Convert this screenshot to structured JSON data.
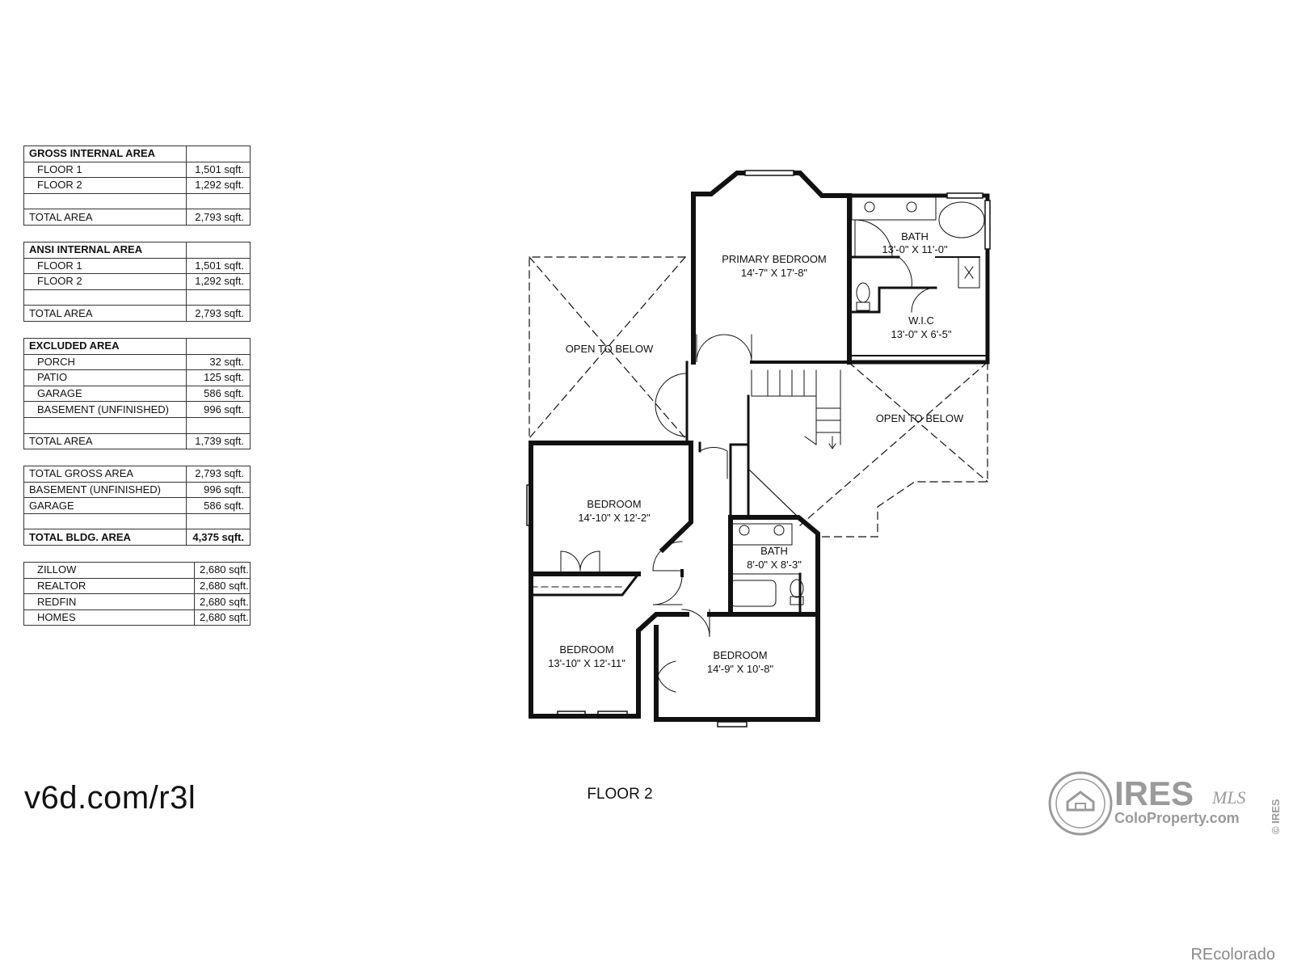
{
  "tables": [
    {
      "rows": [
        {
          "label": "GROSS INTERNAL AREA",
          "value": "",
          "style": "hdr"
        },
        {
          "label": "FLOOR 1",
          "value": "1,501 sqft.",
          "style": "sub"
        },
        {
          "label": "FLOOR 2",
          "value": "1,292 sqft.",
          "style": "sub"
        },
        {
          "label": "",
          "value": "",
          "style": ""
        },
        {
          "label": "TOTAL AREA",
          "value": "2,793 sqft.",
          "style": ""
        }
      ]
    },
    {
      "rows": [
        {
          "label": "ANSI INTERNAL AREA",
          "value": "",
          "style": "hdr"
        },
        {
          "label": "FLOOR 1",
          "value": "1,501 sqft.",
          "style": "sub"
        },
        {
          "label": "FLOOR 2",
          "value": "1,292 sqft.",
          "style": "sub"
        },
        {
          "label": "",
          "value": "",
          "style": ""
        },
        {
          "label": "TOTAL AREA",
          "value": "2,793 sqft.",
          "style": ""
        }
      ]
    },
    {
      "rows": [
        {
          "label": "EXCLUDED AREA",
          "value": "",
          "style": "hdr"
        },
        {
          "label": "PORCH",
          "value": "32 sqft.",
          "style": "sub"
        },
        {
          "label": "PATIO",
          "value": "125 sqft.",
          "style": "sub"
        },
        {
          "label": "GARAGE",
          "value": "586 sqft.",
          "style": "sub"
        },
        {
          "label": "BASEMENT (UNFINISHED)",
          "value": "996 sqft.",
          "style": "sub"
        },
        {
          "label": "",
          "value": "",
          "style": ""
        },
        {
          "label": "TOTAL AREA",
          "value": "1,739 sqft.",
          "style": ""
        }
      ]
    },
    {
      "rows": [
        {
          "label": "TOTAL GROSS AREA",
          "value": "2,793 sqft.",
          "style": ""
        },
        {
          "label": "BASEMENT (UNFINISHED)",
          "value": "996 sqft.",
          "style": ""
        },
        {
          "label": "GARAGE",
          "value": "586 sqft.",
          "style": ""
        },
        {
          "label": "",
          "value": "",
          "style": ""
        },
        {
          "label": "TOTAL BLDG. AREA",
          "value": "4,375 sqft.",
          "style": "bold"
        }
      ]
    },
    {
      "rows": [
        {
          "label": "ZILLOW",
          "value": "2,680 sqft.",
          "style": "sub"
        },
        {
          "label": "REALTOR",
          "value": "2,680 sqft.",
          "style": "sub"
        },
        {
          "label": "REDFIN",
          "value": "2,680 sqft.",
          "style": "sub"
        },
        {
          "label": "HOMES",
          "value": "2,680 sqft.",
          "style": "sub"
        }
      ]
    }
  ],
  "rooms": {
    "primary": {
      "name": "PRIMARY BEDROOM",
      "dims": "14'-7\" X 17'-8\""
    },
    "bath1": {
      "name": "BATH",
      "dims": "13'-0\" X 11'-0\""
    },
    "wic": {
      "name": "W.I.C",
      "dims": "13'-0\" X 6'-5\""
    },
    "open_left": {
      "name": "OPEN TO BELOW"
    },
    "open_right": {
      "name": "OPEN TO BELOW"
    },
    "bed2": {
      "name": "BEDROOM",
      "dims": "14'-10\" X 12'-2\""
    },
    "bath2": {
      "name": "BATH",
      "dims": "8'-0\" X 8'-3\""
    },
    "bed3": {
      "name": "BEDROOM",
      "dims": "13'-10\" X 12'-11\""
    },
    "bed4": {
      "name": "BEDROOM",
      "dims": "14'-9\" X 10'-8\""
    }
  },
  "url": "v6d.com/r3l",
  "floor_title": "FLOOR 2",
  "logo": {
    "name": "IRES",
    "tagline": "MLS",
    "site": "ColoProperty.com",
    "side": "© IRES",
    "icon": "house-circle-icon"
  },
  "credit": "REcolorado"
}
